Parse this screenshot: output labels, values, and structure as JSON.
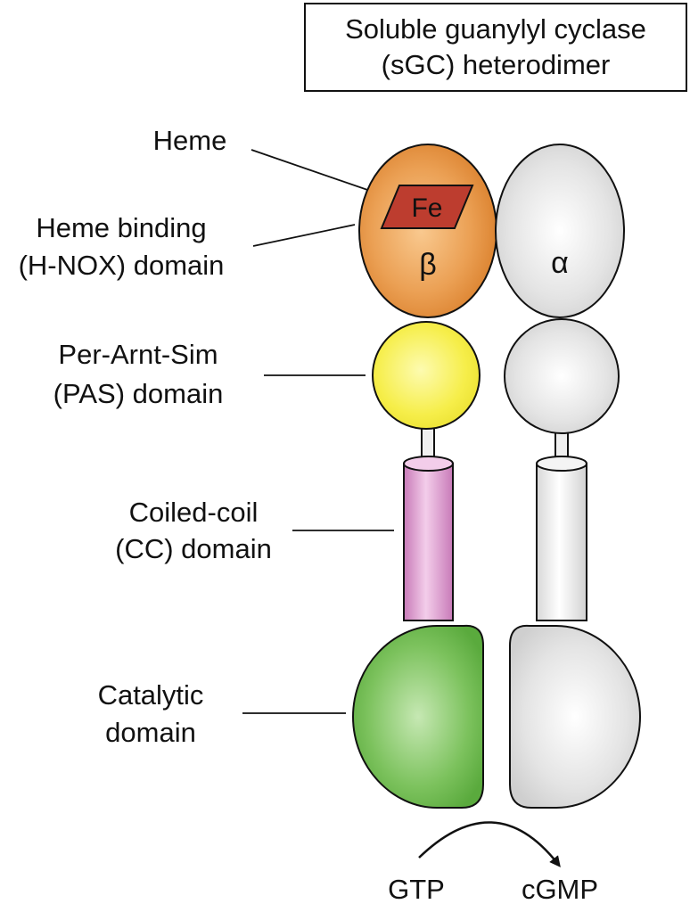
{
  "title": {
    "line1": "Soluble guanylyl cyclase",
    "line2": "(sGC) heterodimer"
  },
  "labels": {
    "heme": "Heme",
    "hnox_line1": "Heme binding",
    "hnox_line2": "(H-NOX) domain",
    "pas_line1": "Per-Arnt-Sim",
    "pas_line2": "(PAS) domain",
    "cc_line1": "Coiled-coil",
    "cc_line2": "(CC) domain",
    "cat_line1": "Catalytic",
    "cat_line2": "domain"
  },
  "subunits": {
    "beta": "β",
    "alpha": "α",
    "iron": "Fe"
  },
  "reaction": {
    "substrate": "GTP",
    "product": "cGMP"
  },
  "colors": {
    "hnox_beta": "#e08a2e",
    "pas_beta": "#f2ea30",
    "cc_beta": "#d98fcf",
    "catalytic_beta": "#5fb544",
    "alpha_subunit": "#d4d4d4",
    "heme": "#b8362a"
  }
}
